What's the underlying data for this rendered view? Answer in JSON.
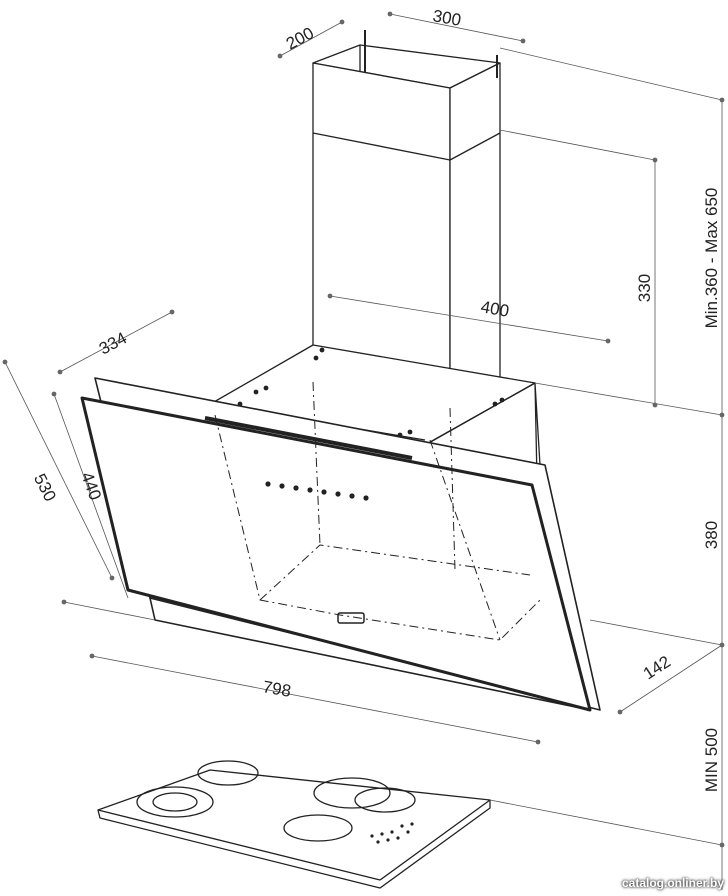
{
  "dimensions": {
    "chimney_depth": "200",
    "chimney_width": "300",
    "chimney_height_range": "Min.360 - Max 650",
    "upper_chimney": "330",
    "hood_depth_top": "334",
    "hood_width_top": "400",
    "body_height": "530",
    "glass_height": "440",
    "hood_height": "380",
    "hood_width": "798",
    "bottom_depth": "142",
    "min_clearance": "MIN 500"
  },
  "watermark": "catalog.onliner.by"
}
